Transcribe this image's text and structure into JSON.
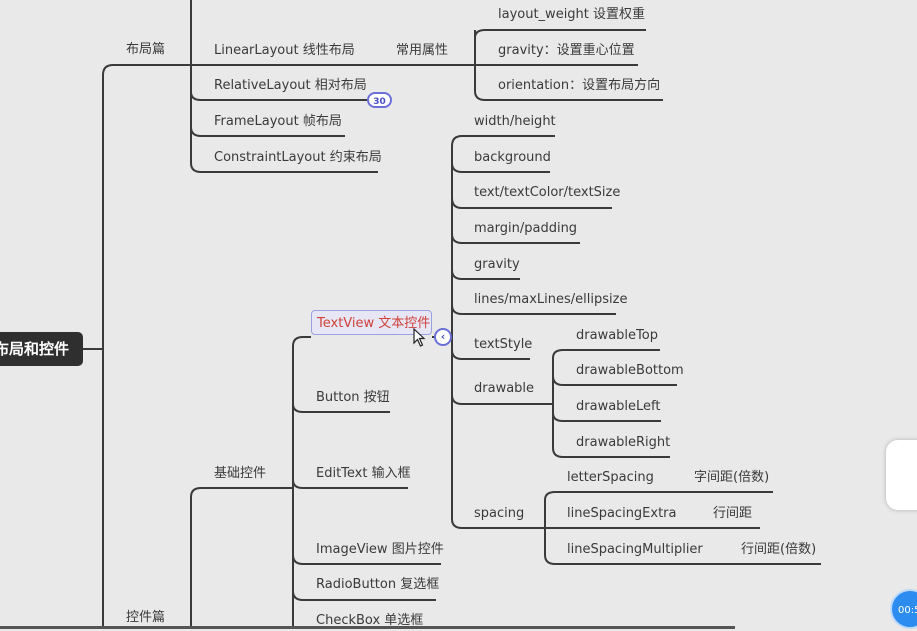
{
  "root": "布局和控件",
  "branches": {
    "layout": "布局篇",
    "widgets": "控件篇"
  },
  "layouts": {
    "linear": "LinearLayout 线性布局",
    "relative": "RelativeLayout 相对布局",
    "frame": "FrameLayout 帧布局",
    "constraint": "ConstraintLayout 约束布局",
    "common_attrs": "常用属性",
    "attrs": [
      "layout_weight  设置权重",
      "gravity：设置重心位置",
      "orientation：设置布局方向"
    ],
    "collapsed_count": "30"
  },
  "basic_widgets": {
    "label": "基础控件",
    "items": {
      "textview": "TextView 文本控件",
      "button": "Button 按钮",
      "edittext": "EditText 输入框",
      "imageview": "ImageView 图片控件",
      "radiobutton": "RadioButton 复选框",
      "checkbox": "CheckBox 单选框"
    }
  },
  "textview_attrs": {
    "items": [
      "width/height",
      "background",
      "text/textColor/textSize",
      "margin/padding",
      "gravity",
      "lines/maxLines/ellipsize",
      "textStyle",
      "drawable",
      "spacing"
    ],
    "drawable": [
      "drawableTop",
      "drawableBottom",
      "drawableLeft",
      "drawableRight"
    ],
    "spacing": [
      {
        "name": "letterSpacing",
        "desc": "字间距(倍数)"
      },
      {
        "name": "lineSpacingExtra",
        "desc": "行间距"
      },
      {
        "name": "lineSpacingMultiplier",
        "desc": "行间距(倍数)"
      }
    ]
  },
  "timer": "00:5",
  "colors": {
    "background": "#e9e9e9",
    "line": "#3a3a3a",
    "root_fill": "#2f2f2f",
    "selected_text": "#d0423a",
    "selected_border": "#9aa0e0",
    "accent": "#6b6fd8",
    "timer": "#2d8cf0"
  },
  "icons": [
    "collapse-arrow-icon",
    "mouse-cursor-icon"
  ]
}
